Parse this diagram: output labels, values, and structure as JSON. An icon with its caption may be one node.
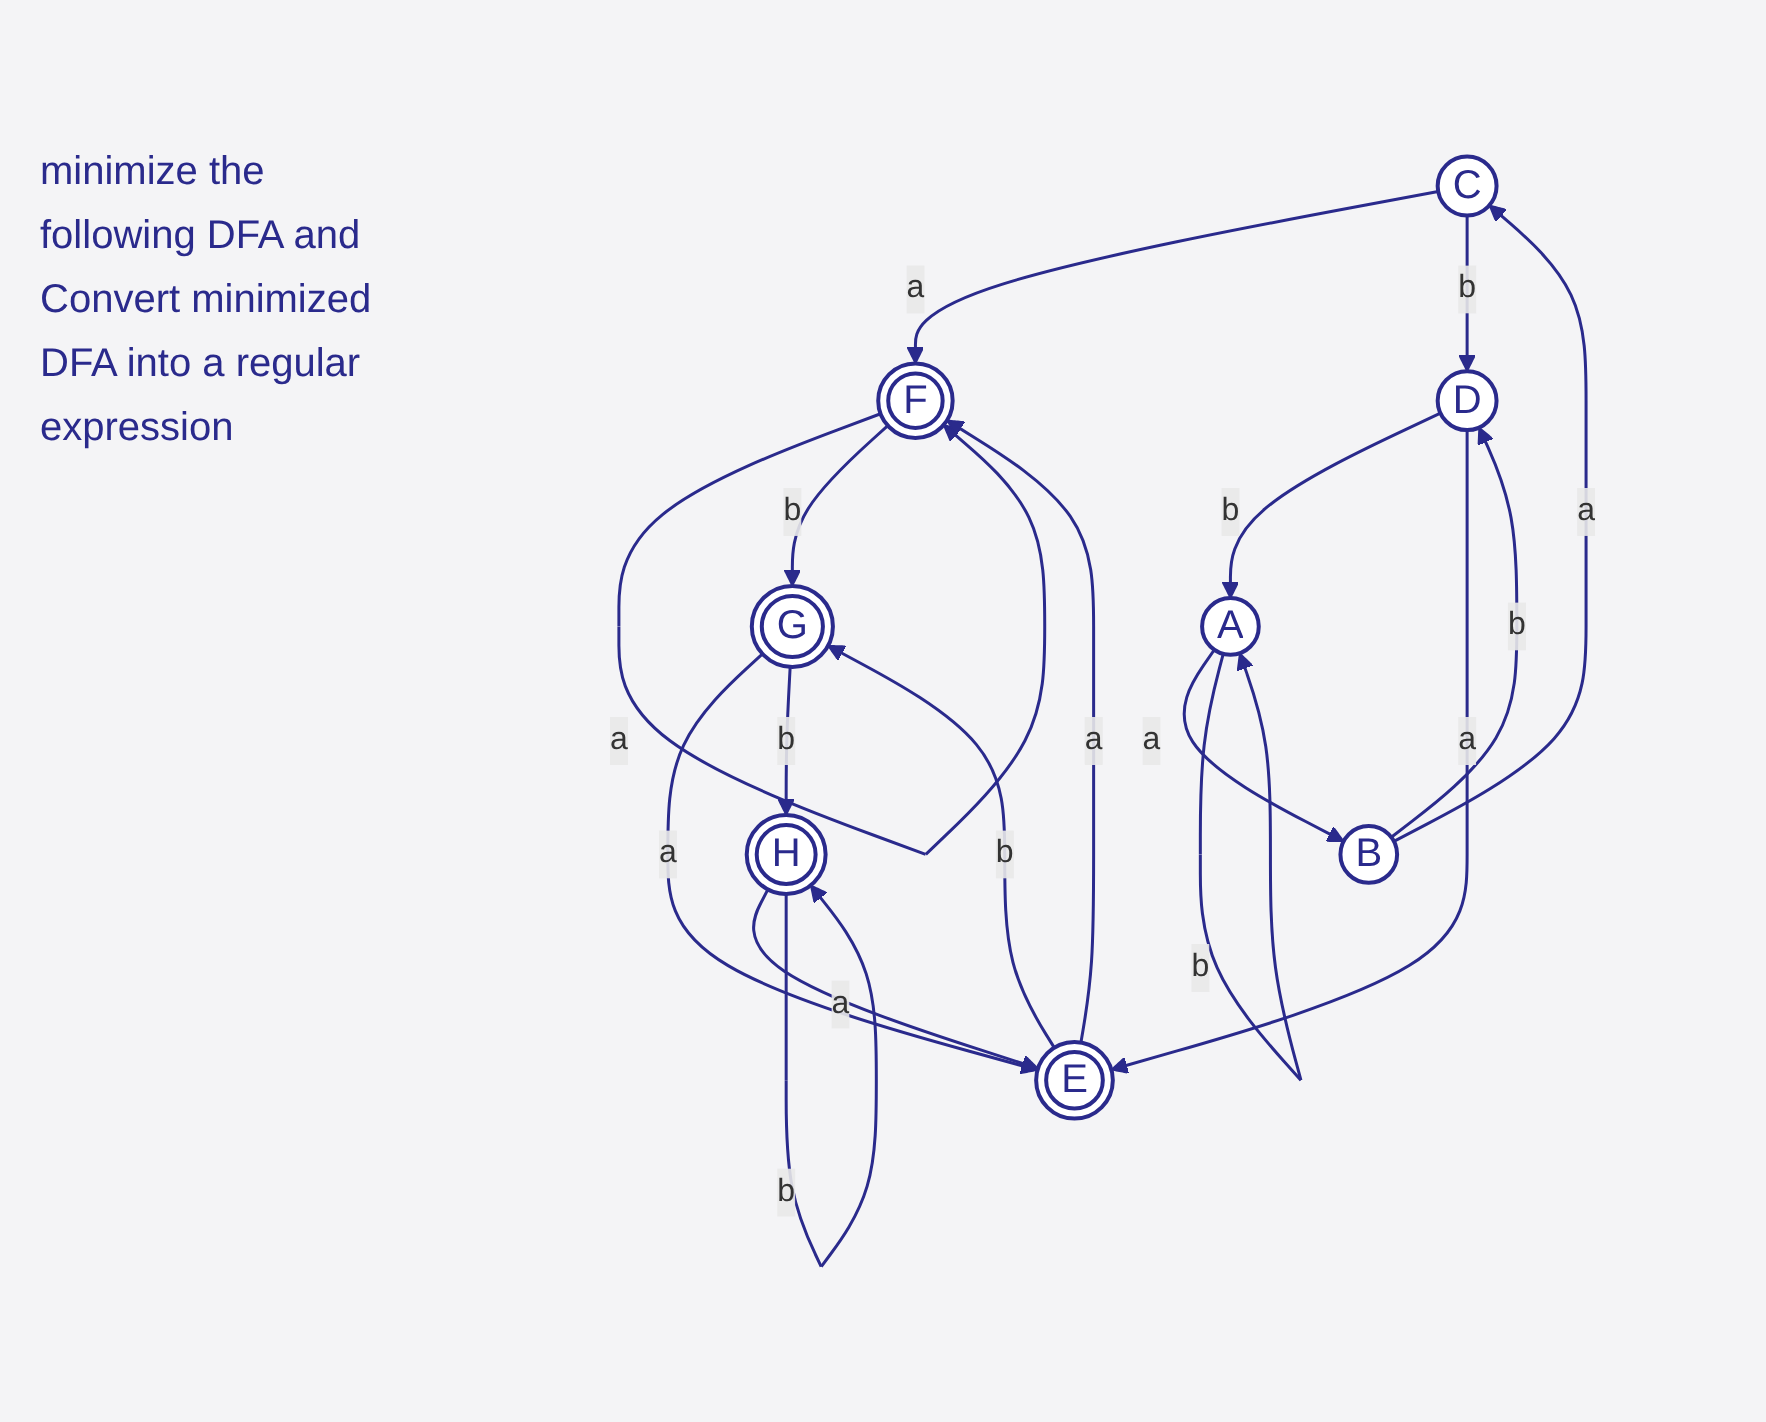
{
  "diagram": {
    "nodes": [
      {
        "text": [
          "C"
        ]
      },
      {
        "text": [
          "B"
        ]
      },
      {
        "text": [
          "A"
        ]
      },
      {
        "text": [
          "D"
        ]
      },
      {
        "text": [
          "F"
        ]
      },
      {
        "text": [
          "E"
        ]
      },
      {
        "text": [
          "G"
        ]
      },
      {
        "text": [
          "H"
        ]
      }
    ],
    "edges": [
      {
        "from": 2,
        "to": 1,
        "arrow": "to",
        "label": "a"
      },
      {
        "from": 2,
        "to": 2,
        "arrow": "to",
        "label": "b"
      },
      {
        "from": 1,
        "to": 0,
        "arrow": "to",
        "label": "a"
      },
      {
        "from": 1,
        "to": 3,
        "arrow": "to",
        "label": "b"
      },
      {
        "from": 0,
        "to": 4,
        "arrow": "to",
        "label": "a"
      },
      {
        "from": 0,
        "to": 3,
        "arrow": "to",
        "label": "b"
      },
      {
        "from": 3,
        "to": 2,
        "arrow": "to",
        "label": "b"
      },
      {
        "from": 3,
        "to": 5,
        "arrow": "to",
        "label": "a"
      },
      {
        "from": 4,
        "to": 4,
        "arrow": "to",
        "label": "a"
      },
      {
        "from": 5,
        "to": 4,
        "arrow": "to",
        "label": "a"
      },
      {
        "from": 4,
        "to": 6,
        "arrow": "to",
        "label": "b"
      },
      {
        "from": 5,
        "to": 6,
        "arrow": "to",
        "label": "b"
      },
      {
        "from": 6,
        "to": 5,
        "arrow": "to",
        "label": "a"
      },
      {
        "from": 6,
        "to": 7,
        "arrow": "to",
        "label": "b"
      },
      {
        "from": 7,
        "to": 5,
        "arrow": "to",
        "label": "a"
      },
      {
        "from": 7,
        "to": 7,
        "arrow": "to",
        "label": "b"
      }
    ],
    "labels": [
      "minimize the following DFA and Convert minimized DFA into a regular expression"
    ]
  }
}
